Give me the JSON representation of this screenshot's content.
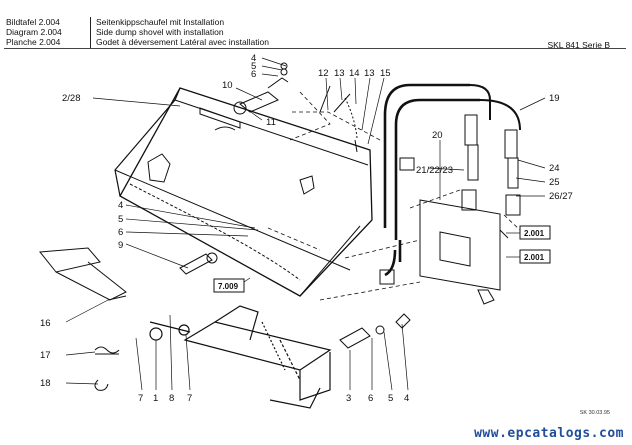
{
  "header": {
    "lines_left": [
      "Bildtafel 2.004",
      "Diagram 2.004",
      "Planche 2.004"
    ],
    "lines_mid": [
      "Seitenkippschaufel mit Installation",
      "Side dump shovel with installation",
      "Godet à déversement Latéral avec installation"
    ],
    "model": "SKL 841 Serie B"
  },
  "callouts": [
    "4",
    "5",
    "6",
    "10",
    "11",
    "12",
    "13",
    "14",
    "13",
    "15",
    "19",
    "2/28",
    "20",
    "21/22/23",
    "24",
    "25",
    "26/27",
    "4",
    "5",
    "6",
    "9",
    "7.009",
    "16",
    "17",
    "18",
    "7",
    "1",
    "8",
    "7",
    "3",
    "6",
    "5",
    "4"
  ],
  "ref_boxes": [
    "2.001",
    "2.001",
    "7.009"
  ],
  "stamp": "SK 30.03.95",
  "watermark": "www.epcatalogs.com",
  "colors": {
    "ink": "#111111",
    "watermark": "#1f4f9a"
  }
}
